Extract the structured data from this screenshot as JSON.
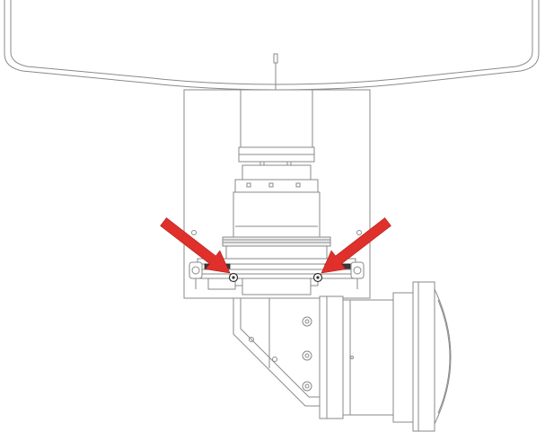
{
  "diagram": {
    "arrow_color": "#e0302c",
    "line_color": "#8a8a8a",
    "callouts": [
      {
        "name": "left-arrow",
        "points_to": "left-mounting-screw"
      },
      {
        "name": "right-arrow",
        "points_to": "right-mounting-screw"
      }
    ]
  }
}
